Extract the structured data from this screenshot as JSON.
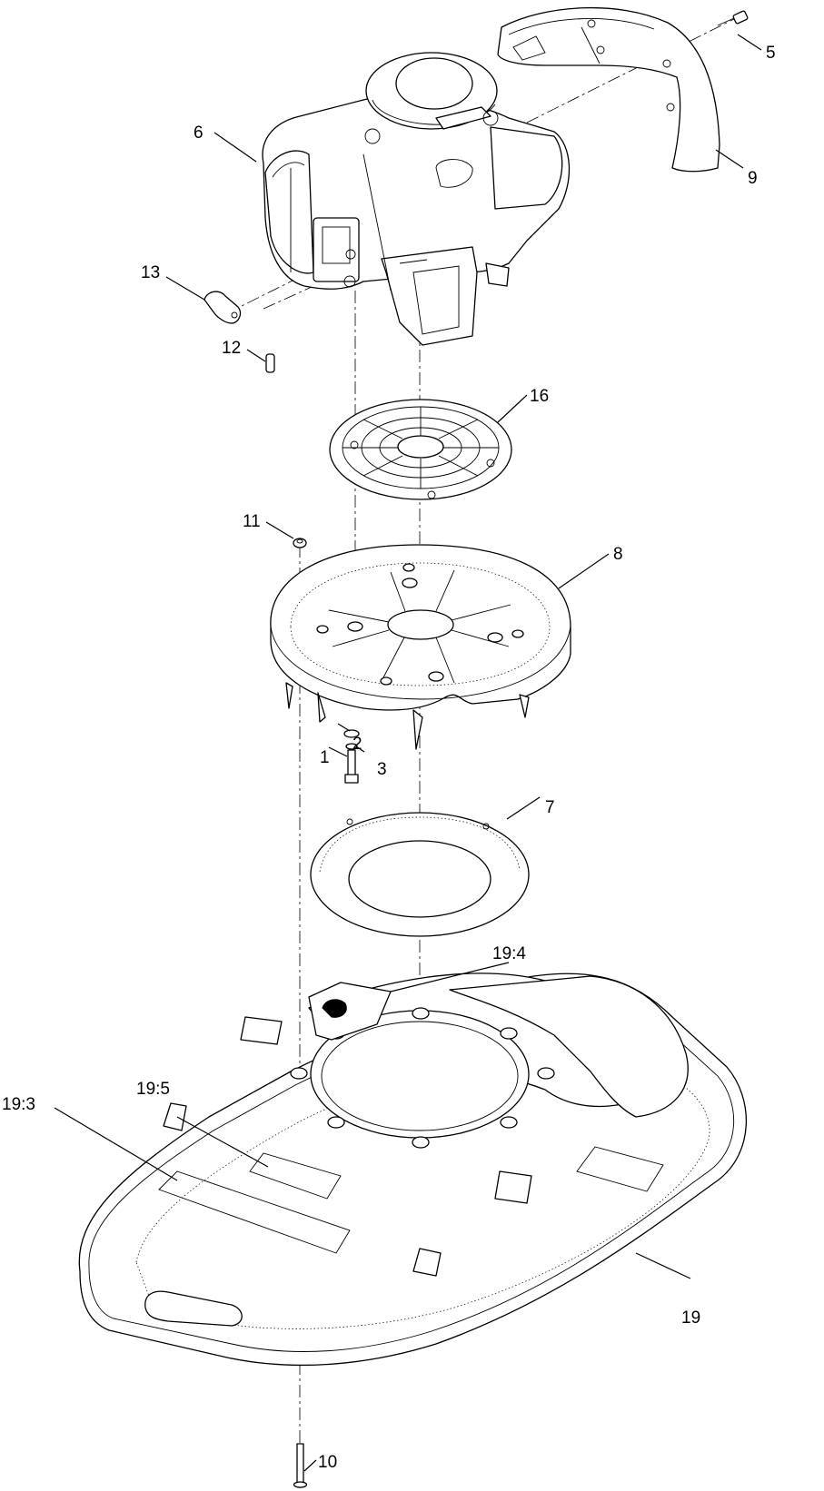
{
  "callouts": {
    "c1": "1",
    "c2": "2",
    "c3": "3",
    "c5": "5",
    "c6": "6",
    "c7": "7",
    "c8": "8",
    "c9": "9",
    "c10": "10",
    "c11": "11",
    "c12": "12",
    "c13": "13",
    "c16": "16",
    "c19": "19",
    "c19_3": "19:3",
    "c19_4": "19:4",
    "c19_5": "19:5"
  }
}
